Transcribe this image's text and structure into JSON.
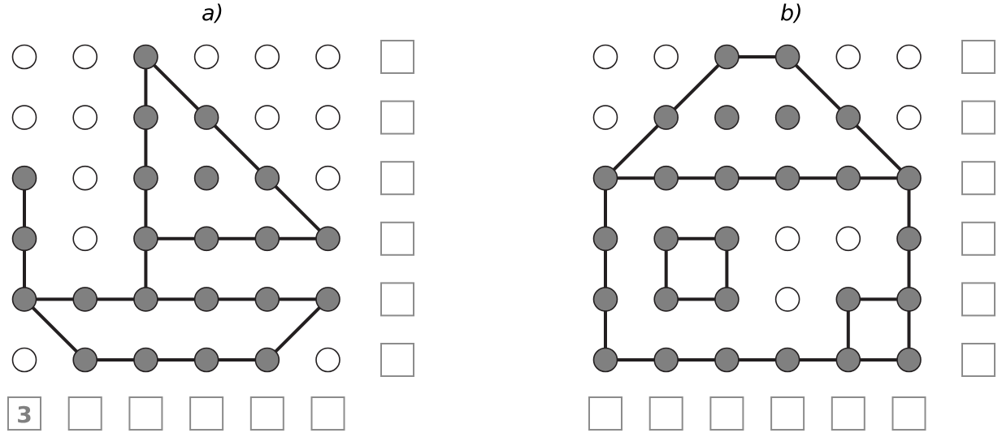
{
  "panels": [
    {
      "id": "a",
      "label": "a)",
      "filled": [
        [
          2,
          0
        ],
        [
          2,
          1
        ],
        [
          3,
          1
        ],
        [
          0,
          2
        ],
        [
          2,
          2
        ],
        [
          3,
          2
        ],
        [
          4,
          2
        ],
        [
          0,
          3
        ],
        [
          2,
          3
        ],
        [
          3,
          3
        ],
        [
          4,
          3
        ],
        [
          5,
          3
        ],
        [
          0,
          4
        ],
        [
          1,
          4
        ],
        [
          2,
          4
        ],
        [
          3,
          4
        ],
        [
          4,
          4
        ],
        [
          5,
          4
        ],
        [
          1,
          5
        ],
        [
          2,
          5
        ],
        [
          3,
          5
        ],
        [
          4,
          5
        ]
      ],
      "segments": [
        [
          [
            2,
            0
          ],
          [
            2,
            4
          ]
        ],
        [
          [
            2,
            0
          ],
          [
            5,
            3
          ]
        ],
        [
          [
            2,
            3
          ],
          [
            5,
            3
          ]
        ],
        [
          [
            0,
            2
          ],
          [
            0,
            4
          ]
        ],
        [
          [
            0,
            4
          ],
          [
            5,
            4
          ]
        ],
        [
          [
            0,
            4
          ],
          [
            1,
            5
          ]
        ],
        [
          [
            1,
            5
          ],
          [
            4,
            5
          ]
        ],
        [
          [
            4,
            5
          ],
          [
            5,
            4
          ]
        ]
      ],
      "side_boxes": [
        "",
        "",
        "",
        "",
        "",
        ""
      ],
      "bottom_boxes": [
        "3",
        "",
        "",
        "",
        "",
        ""
      ]
    },
    {
      "id": "b",
      "label": "b)",
      "filled": [
        [
          2,
          0
        ],
        [
          3,
          0
        ],
        [
          1,
          1
        ],
        [
          2,
          1
        ],
        [
          3,
          1
        ],
        [
          4,
          1
        ],
        [
          0,
          2
        ],
        [
          1,
          2
        ],
        [
          2,
          2
        ],
        [
          3,
          2
        ],
        [
          4,
          2
        ],
        [
          5,
          2
        ],
        [
          0,
          3
        ],
        [
          1,
          3
        ],
        [
          2,
          3
        ],
        [
          5,
          3
        ],
        [
          0,
          4
        ],
        [
          1,
          4
        ],
        [
          2,
          4
        ],
        [
          4,
          4
        ],
        [
          5,
          4
        ],
        [
          0,
          5
        ],
        [
          1,
          5
        ],
        [
          2,
          5
        ],
        [
          3,
          5
        ],
        [
          4,
          5
        ],
        [
          5,
          5
        ]
      ],
      "segments": [
        [
          [
            2,
            0
          ],
          [
            3,
            0
          ]
        ],
        [
          [
            2,
            0
          ],
          [
            0,
            2
          ]
        ],
        [
          [
            3,
            0
          ],
          [
            5,
            2
          ]
        ],
        [
          [
            0,
            2
          ],
          [
            5,
            2
          ]
        ],
        [
          [
            0,
            2
          ],
          [
            0,
            5
          ]
        ],
        [
          [
            5,
            2
          ],
          [
            5,
            5
          ]
        ],
        [
          [
            0,
            5
          ],
          [
            5,
            5
          ]
        ],
        [
          [
            1,
            3
          ],
          [
            2,
            3
          ]
        ],
        [
          [
            1,
            3
          ],
          [
            1,
            4
          ]
        ],
        [
          [
            2,
            3
          ],
          [
            2,
            4
          ]
        ],
        [
          [
            1,
            4
          ],
          [
            2,
            4
          ]
        ],
        [
          [
            4,
            4
          ],
          [
            5,
            4
          ]
        ],
        [
          [
            4,
            4
          ],
          [
            4,
            5
          ]
        ]
      ],
      "side_boxes": [
        "",
        "",
        "",
        "",
        "",
        ""
      ],
      "bottom_boxes": [
        "",
        "",
        "",
        "",
        "",
        ""
      ]
    }
  ]
}
